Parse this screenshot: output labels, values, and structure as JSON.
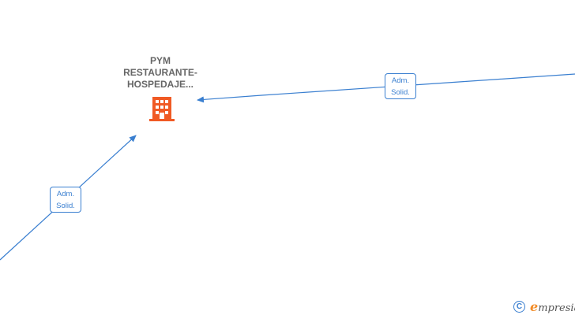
{
  "company": {
    "label_lines": [
      "PYM",
      "RESTAURANTE-",
      "HOSPEDAJE..."
    ],
    "icon": "building-icon",
    "icon_color": "#f05a24"
  },
  "edges": [
    {
      "id": "right",
      "label_lines": [
        "Adm.",
        "Solid."
      ]
    },
    {
      "id": "left",
      "label_lines": [
        "Adm.",
        "Solid."
      ]
    }
  ],
  "colors": {
    "edge": "#3a7fd0",
    "label_text": "#666666"
  },
  "watermark": {
    "symbol": "C",
    "brand_initial": "e",
    "brand_rest": "mpresia"
  }
}
